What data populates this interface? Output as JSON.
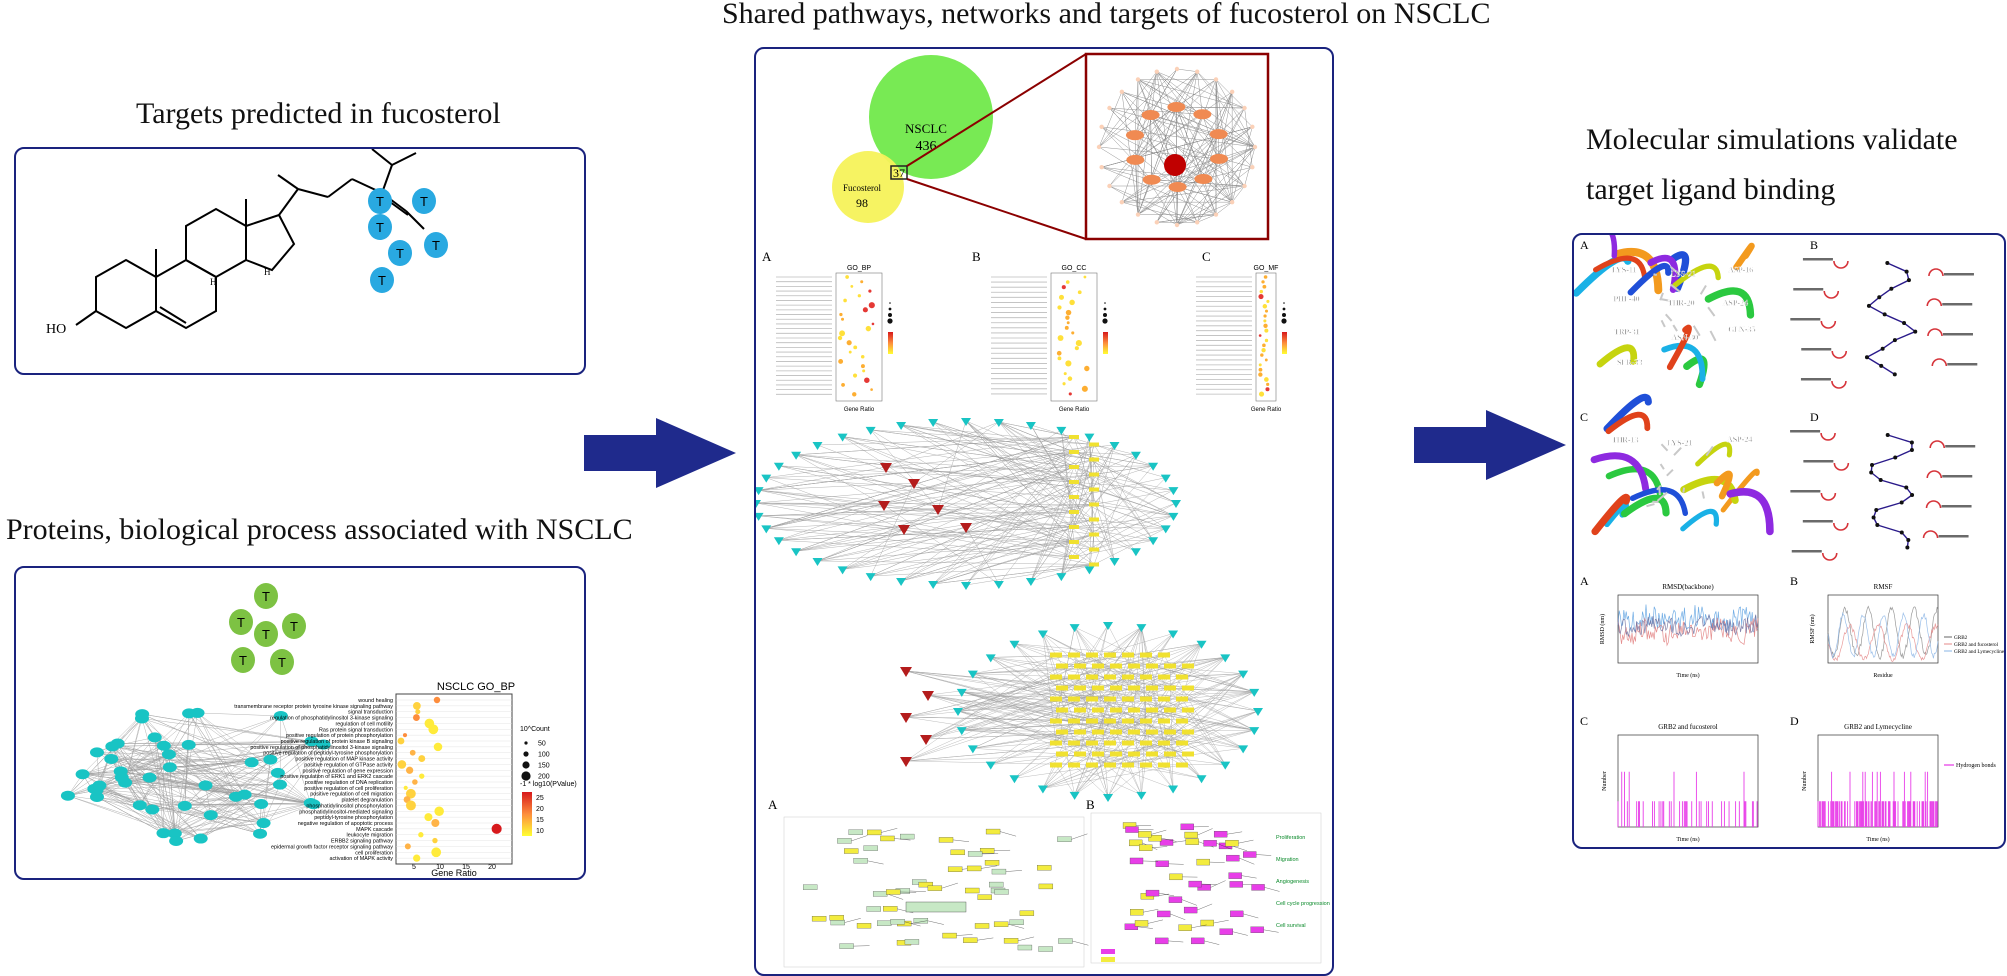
{
  "titles": {
    "targets_fucosterol": "Targets predicted in fucosterol",
    "proteins_nsclc": "Proteins, biological process associated with NSCLC",
    "shared": "Shared pathways, networks and targets of fucosterol on NSCLC",
    "molecular_line1": "Molecular simulations validate",
    "molecular_line2": "target ligand binding"
  },
  "target_glyph": "T",
  "venn": {
    "nsclc_label": "NSCLC",
    "nsclc_count": "436",
    "fuco_label": "Fucosterol",
    "fuco_count": "98",
    "overlap": "37"
  },
  "nsclc_gobp": {
    "title": "NSCLC GO_BP",
    "xlabel": "Gene Ratio",
    "ticks": [
      "5",
      "10",
      "15",
      "20"
    ],
    "count_legend_title": "10^Count",
    "count_values": [
      "50",
      "100",
      "150",
      "200"
    ],
    "color_legend_title": "-1 * log10(PValue)",
    "color_values": [
      "25",
      "20",
      "15",
      "10"
    ],
    "terms": [
      "wound healing",
      "transmembrane receptor protein tyrosine kinase signaling pathway",
      "signal transduction",
      "regulation of phosphatidylinositol 3-kinase signaling",
      "regulation of cell motility",
      "Ras protein signal transduction",
      "positive regulation of protein phosphorylation",
      "positive regulation of protein kinase B signaling",
      "positive regulation of phosphatidylinositol 3-kinase signaling",
      "positive regulation of peptidyl-tyrosine phosphorylation",
      "positive regulation of MAP kinase activity",
      "positive regulation of GTPase activity",
      "positive regulation of gene expression",
      "positive regulation of ERK1 and ERK2 cascade",
      "positive regulation of DNA replication",
      "positive regulation of cell proliferation",
      "positive regulation of cell migration",
      "platelet degranulation",
      "phosphatidylinositol phosphorylation",
      "phosphatidylinositol-mediated signaling",
      "peptidyl-tyrosine phosphorylation",
      "negative regulation of apoptotic process",
      "MAPK cascade",
      "leukocyte migration",
      "ERBB2 signaling pathway",
      "epidermal growth factor receptor signaling pathway",
      "cell proliferation",
      "activation of MAPK activity"
    ]
  },
  "go_panels": {
    "letter_a": "A",
    "letter_b": "B",
    "letter_c": "C",
    "bp": "GO_BP",
    "cc": "GO_CC",
    "mf": "GO_MF",
    "xlabel": "Gene Ratio"
  },
  "pathway_panels": {
    "letter_a": "A",
    "letter_b": "B",
    "labels_b": [
      "Proliferation",
      "Migration",
      "Angiogenesis",
      "Cell cycle progression",
      "Cell survival"
    ]
  },
  "md_panels": {
    "letters": [
      "A",
      "B",
      "C",
      "D"
    ],
    "residues_a": [
      "LYS-11",
      "LYS-21",
      "ASP-16",
      "PHE-40",
      "THR-20",
      "ASP-24",
      "TRP-31",
      "ASN-30",
      "GLN-35",
      "SER-33"
    ],
    "residues_c": [
      "THR-13",
      "LYS-21",
      "ASP-24"
    ],
    "rmsd_title": "RMSD(backbone)",
    "rmsf_title": "RMSF",
    "rmsd_xlabel": "Time (ns)",
    "rmsd_ylabel": "RMSD (nm)",
    "rmsf_xlabel": "Residue",
    "rmsf_ylabel": "RMSF (nm)",
    "rmsf_legend": [
      "GRB2",
      "GRB2 and fucosterol",
      "GRB2 and Lymecycline"
    ],
    "hb_title_c": "GRB2 and fucosterol",
    "hb_title_d": "GRB2 and Lymecycline",
    "hb_ylabel": "Number",
    "hb_xlabel": "Time (ns)",
    "hb_legend": "Hydrogen bonds"
  },
  "colors": {
    "panel_border": "#1a237e",
    "arrow": "#1f2a8c",
    "target_blue": "#29a9e1",
    "target_green": "#7dc243",
    "network_teal": "#19c4c4",
    "hub_red": "#b41c1c",
    "venn_green": "#78ea54",
    "venn_yellow": "#f6f25a",
    "magenta": "#e83ee8"
  }
}
